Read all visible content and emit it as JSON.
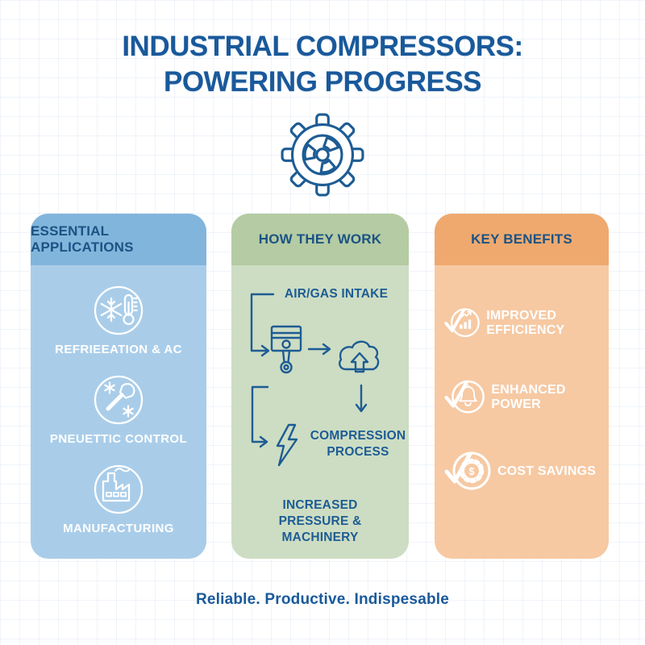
{
  "title": {
    "line1": "INDUSTRIAL COMPRESSORS:",
    "line2": "POWERING PROGRESS"
  },
  "hero": {
    "icon": "gear-fan-icon"
  },
  "columns": {
    "applications": {
      "header": "ESSENTIAL APPLICATIONS",
      "items": [
        {
          "icon": "snowflake-thermometer-icon",
          "label": "REFRIEEATION & AC"
        },
        {
          "icon": "wrench-snowflakes-icon",
          "label": "PNEUETTIC CONTROL"
        },
        {
          "icon": "factory-icon",
          "label": "MANUFACTURING"
        }
      ]
    },
    "how": {
      "header": "HOW THEY WORK",
      "intake_label": "AIR/GAS INTAKE",
      "process_label": "COMPRESSION PROCESS",
      "outcome_label": "INCREASED PRESSURE & MACHINERY",
      "icons": [
        "piston-icon",
        "cloud-upload-icon",
        "lightning-icon"
      ]
    },
    "benefits": {
      "header": "KEY BENEFITS",
      "items": [
        {
          "icon": "check-bar-chart-icon",
          "label": "IMPROVED EFFICIENCY"
        },
        {
          "icon": "check-bell-icon",
          "label": "ENHANCED POWER"
        },
        {
          "icon": "check-gear-dollar-icon",
          "label": "COST SAVINGS",
          "icon_glyph": "$"
        }
      ]
    }
  },
  "footer": {
    "tagline": "Reliable. Productive. Indispesable"
  },
  "colors": {
    "title_text": "#19599b",
    "diagram_stroke": "#1d5c94",
    "col_applications_header": "#82b5dc",
    "col_applications_body": "#a9cde9",
    "col_how_header": "#b4cba3",
    "col_how_body": "#cdddc3",
    "col_benefits_header": "#efa96f",
    "col_benefits_body": "#f6c9a3",
    "icon_stroke_light": "#ffffff",
    "grid_line": "#dde7f1"
  }
}
